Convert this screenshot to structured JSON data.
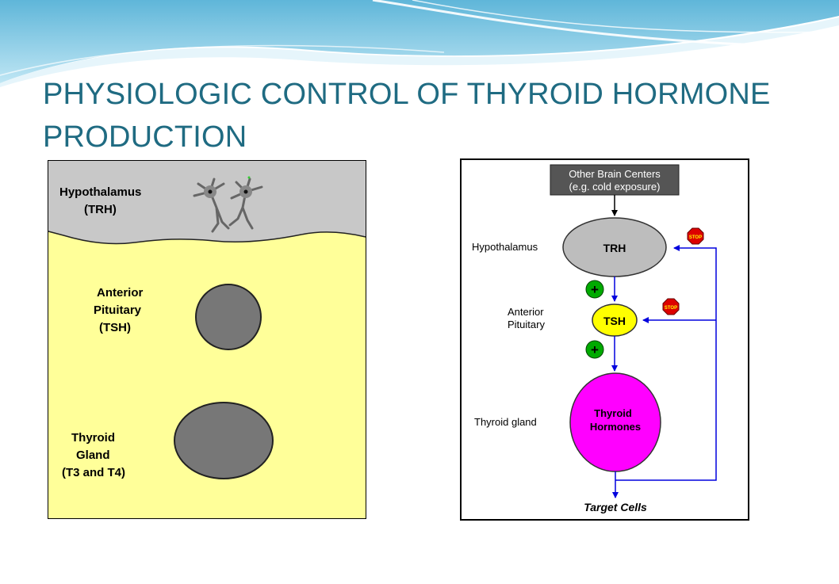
{
  "slide": {
    "title_line1": "PHYSIOLOGIC CONTROL OF THYROID HORMONE",
    "title_line2": "PRODUCTION"
  },
  "left_diagram": {
    "hypothalamus_label": "Hypothalamus",
    "hypothalamus_hormone": "(TRH)",
    "pituitary_label_1": "Anterior",
    "pituitary_label_2": "Pituitary",
    "pituitary_hormone": "(TSH)",
    "thyroid_label_1": "Thyroid",
    "thyroid_label_2": "Gland",
    "thyroid_hormone": "(T3 and T4)",
    "colors": {
      "brain": "#c8c8c8",
      "body": "#ffff99",
      "organ": "#777777"
    }
  },
  "right_diagram": {
    "other_centers_line1": "Other Brain Centers",
    "other_centers_line2": "(e.g. cold exposure)",
    "hypothalamus_label": "Hypothalamus",
    "trh_label": "TRH",
    "pituitary_label_1": "Anterior",
    "pituitary_label_2": "Pituitary",
    "tsh_label": "TSH",
    "thyroid_label": "Thyroid gland",
    "hormones_line1": "Thyroid",
    "hormones_line2": "Hormones",
    "target_label": "Target Cells",
    "stop_label": "STOP",
    "plus_symbol": "+",
    "colors": {
      "trh": "#bdbdbd",
      "tsh": "#ffff00",
      "hormones": "#ff00ff",
      "arrow": "#0000dd",
      "stop": "#dd0000",
      "plus": "#00aa00"
    }
  }
}
